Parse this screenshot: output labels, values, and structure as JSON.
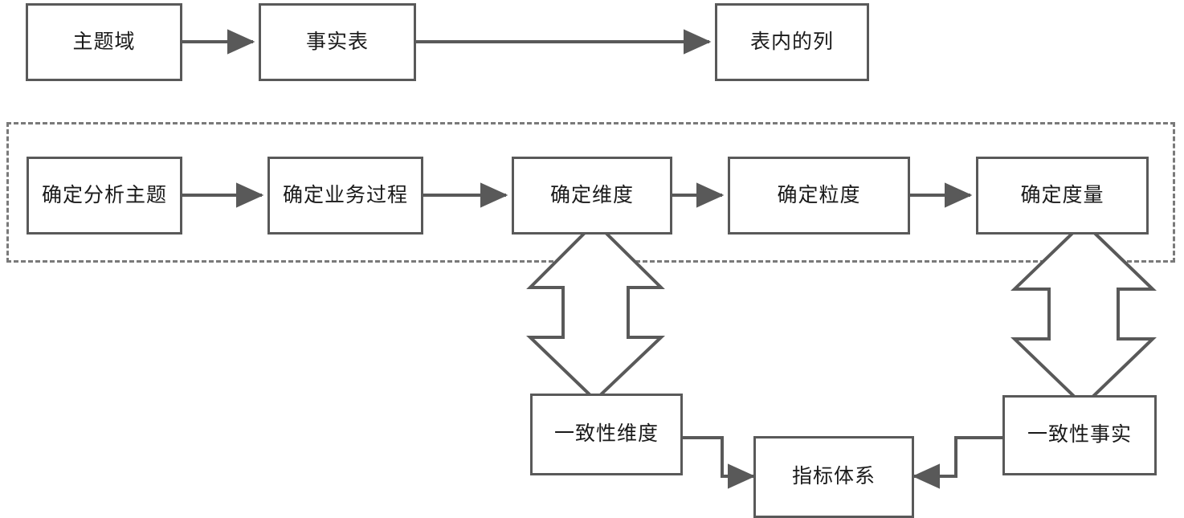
{
  "diagram": {
    "title_text": "",
    "colors": {
      "box_border": "#595959",
      "dashed_border": "#7a7a7a",
      "connector": "#595959",
      "text": "#1a1a1a",
      "background": "#ffffff"
    },
    "top_flow": {
      "nodes": [
        {
          "id": "subject-domain",
          "label": "主题域"
        },
        {
          "id": "fact-table",
          "label": "事实表"
        },
        {
          "id": "table-columns",
          "label": "表内的列"
        }
      ],
      "connectors": [
        {
          "from": "主题域",
          "to": "事实表",
          "style": "arrow-right"
        },
        {
          "from": "事实表",
          "to": "表内的列",
          "style": "arrow-right"
        }
      ]
    },
    "modeling_group": {
      "label": "",
      "style": "dashed-container",
      "nodes": [
        {
          "id": "define-analysis-theme",
          "label": "确定分析主题"
        },
        {
          "id": "define-business-process",
          "label": "确定业务过程"
        },
        {
          "id": "define-dimension",
          "label": "确定维度"
        },
        {
          "id": "define-granularity",
          "label": "确定粒度"
        },
        {
          "id": "define-measure",
          "label": "确定度量"
        }
      ],
      "connectors": [
        {
          "from": "确定分析主题",
          "to": "确定业务过程",
          "style": "arrow-right"
        },
        {
          "from": "确定业务过程",
          "to": "确定维度",
          "style": "arrow-right"
        },
        {
          "from": "确定维度",
          "to": "确定粒度",
          "style": "arrow-right"
        },
        {
          "from": "确定粒度",
          "to": "确定度量",
          "style": "arrow-right"
        }
      ]
    },
    "bottom_flow": {
      "nodes": [
        {
          "id": "conformed-dimension",
          "label": "一致性维度"
        },
        {
          "id": "metric-system",
          "label": "指标体系"
        },
        {
          "id": "conformed-fact",
          "label": "一致性事实"
        }
      ],
      "connectors": [
        {
          "from": "确定维度",
          "to": "一致性维度",
          "style": "double-head-vertical"
        },
        {
          "from": "确定度量",
          "to": "一致性事实",
          "style": "double-head-vertical"
        },
        {
          "from": "一致性维度",
          "to": "指标体系",
          "style": "elbow-arrow-right"
        },
        {
          "from": "一致性事实",
          "to": "指标体系",
          "style": "elbow-arrow-left"
        }
      ]
    }
  }
}
